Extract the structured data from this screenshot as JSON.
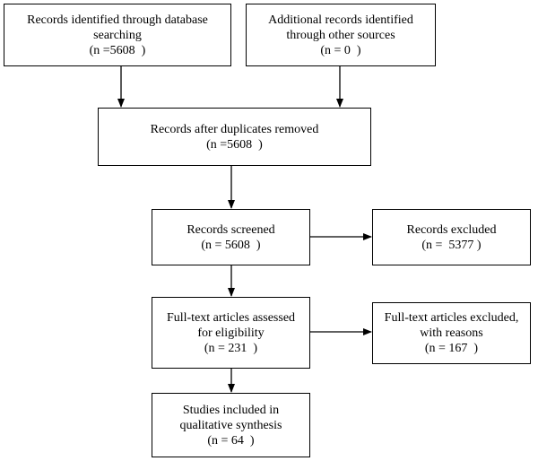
{
  "boxes": {
    "database": {
      "lines": [
        "Records identified through database",
        "searching",
        "(n =5608  )"
      ]
    },
    "other": {
      "lines": [
        "Additional records identified",
        "through other sources",
        "(n = 0  )"
      ]
    },
    "duplicates": {
      "lines": [
        "Records after duplicates removed",
        "(n =5608  )"
      ]
    },
    "screened": {
      "lines": [
        "Records screened",
        "(n = 5608  )"
      ]
    },
    "excluded": {
      "lines": [
        "Records excluded",
        "(n =  5377 )"
      ]
    },
    "fulltext": {
      "lines": [
        "Full-text articles assessed",
        "for eligibility",
        "(n = 231  )"
      ]
    },
    "fulltext_excluded": {
      "lines": [
        "Full-text articles excluded,",
        "with reasons",
        "(n = 167  )"
      ]
    },
    "included": {
      "lines": [
        "Studies included in",
        "qualitative synthesis",
        "(n = 64  )"
      ]
    }
  }
}
